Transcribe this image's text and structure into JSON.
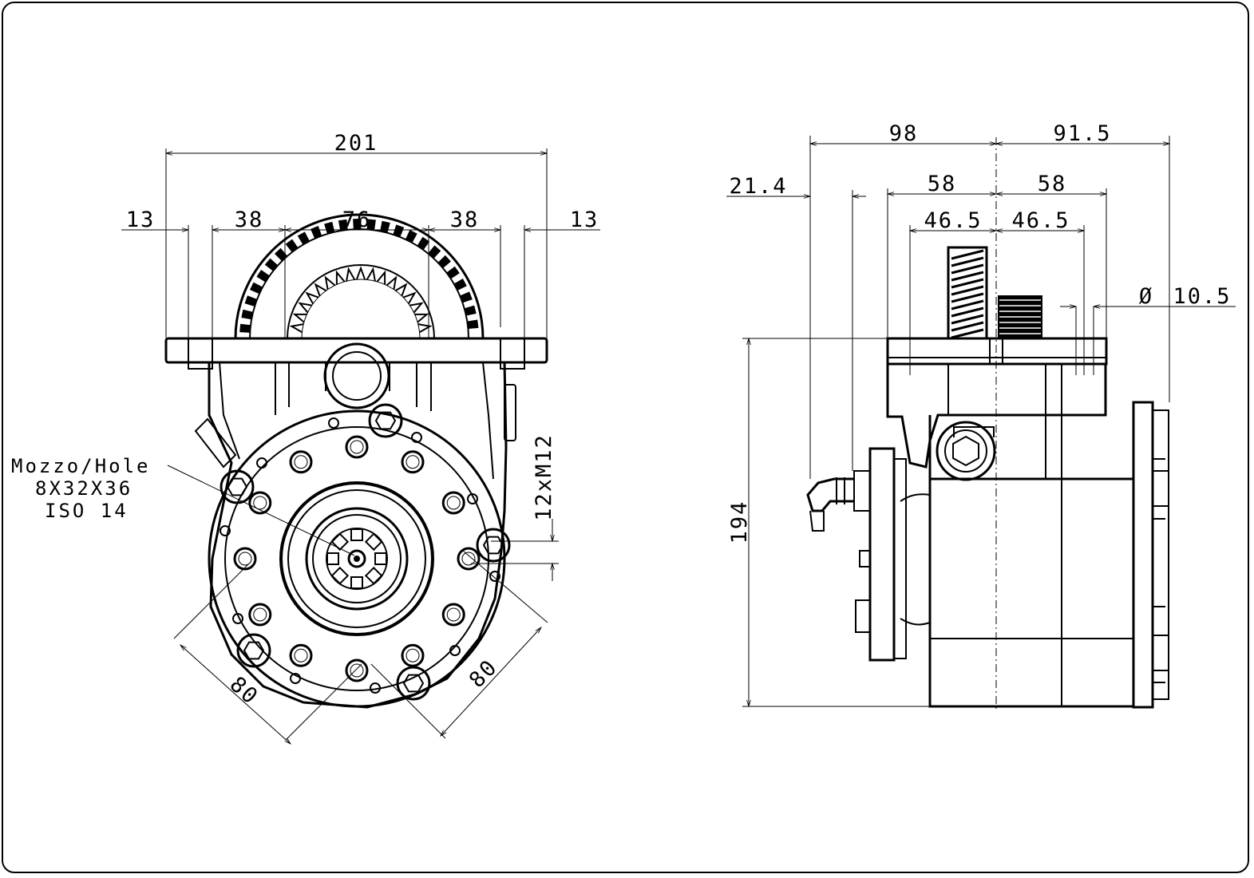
{
  "front_view": {
    "overall_width": "201",
    "flange_edge_left": "13",
    "bolt_offset_left": "38",
    "center_spacing": "76",
    "bolt_offset_right": "38",
    "flange_edge_right": "13",
    "thread_spec": "12xM12",
    "diag_left": "80",
    "diag_right": "80",
    "hub_label": {
      "line1": "Mozzo/Hole",
      "line2": "8X32X36",
      "line3": "ISO 14"
    }
  },
  "side_view": {
    "width_left": "98",
    "width_right": "91.5",
    "offset_fitting": "21.4",
    "half_left_outer": "58",
    "half_right_outer": "58",
    "half_left_inner": "46.5",
    "half_right_inner": "46.5",
    "hole_dia_symbol": "Ø",
    "hole_dia": "10.5",
    "overall_height": "194"
  }
}
